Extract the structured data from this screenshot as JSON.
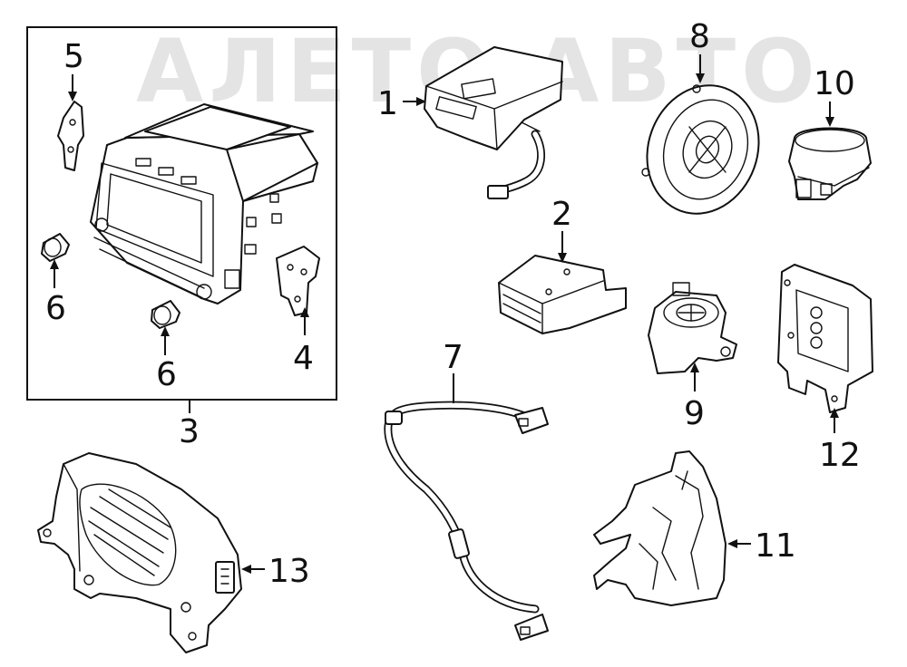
{
  "watermark": "АЛЕТО АВТО",
  "callouts": {
    "c1": "1",
    "c2": "2",
    "c3": "3",
    "c4": "4",
    "c5": "5",
    "c6a": "6",
    "c6b": "6",
    "c7": "7",
    "c8": "8",
    "c9": "9",
    "c10": "10",
    "c11": "11",
    "c12": "12",
    "c13": "13"
  },
  "colors": {
    "line": "#111111",
    "background": "#ffffff",
    "watermark": "#cfcfcf"
  }
}
